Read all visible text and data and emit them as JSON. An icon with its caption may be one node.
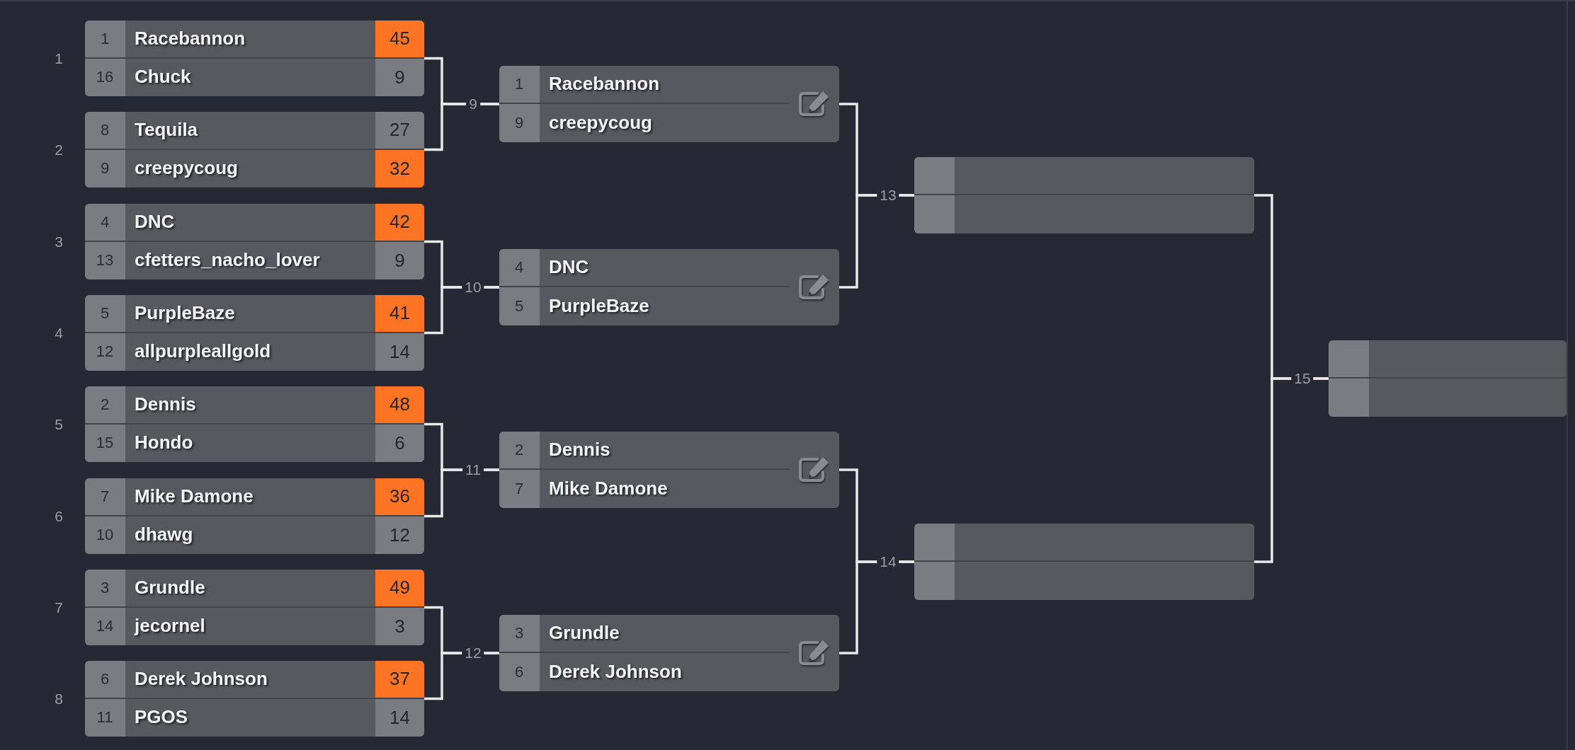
{
  "diagram": {
    "nodes": [
      {
        "text": [],
        "shape": "box",
        "beside": [
          "1"
        ]
      },
      {
        "text": [
          "1",
          "Racebannon",
          "45"
        ],
        "in": 0
      },
      {
        "text": [
          "16",
          "Chuck",
          "9"
        ],
        "in": 0
      },
      {
        "text": [],
        "shape": "box",
        "beside": [
          "2"
        ]
      },
      {
        "text": [
          "8",
          "Tequila",
          "27"
        ],
        "in": 3
      },
      {
        "text": [
          "9",
          "creepycoug",
          "32"
        ],
        "in": 3
      },
      {
        "text": [],
        "shape": "box",
        "beside": [
          "3"
        ]
      },
      {
        "text": [
          "4",
          "DNC",
          "42"
        ],
        "in": 6
      },
      {
        "text": [
          "13",
          "cfetters_nacho_lover",
          "9"
        ],
        "in": 6
      },
      {
        "text": [],
        "shape": "box",
        "beside": [
          "4"
        ]
      },
      {
        "text": [
          "5",
          "PurpleBaze",
          "41"
        ],
        "in": 9
      },
      {
        "text": [
          "12",
          "allpurpleallgold",
          "14"
        ],
        "in": 9
      },
      {
        "text": [],
        "shape": "box",
        "beside": [
          "5"
        ]
      },
      {
        "text": [
          "2",
          "Dennis",
          "48"
        ],
        "in": 12
      },
      {
        "text": [
          "15",
          "Hondo",
          "6"
        ],
        "in": 12
      },
      {
        "text": [],
        "shape": "box",
        "beside": [
          "6"
        ]
      },
      {
        "text": [
          "7",
          "Mike Damone",
          "36"
        ],
        "in": 15
      },
      {
        "text": [
          "10",
          "dhawg",
          "12"
        ],
        "in": 15
      },
      {
        "text": [],
        "shape": "box",
        "beside": [
          "7"
        ]
      },
      {
        "text": [
          "3",
          "Grundle",
          "49"
        ],
        "in": 18
      },
      {
        "text": [
          "14",
          "jecornel",
          "3"
        ],
        "in": 18
      },
      {
        "text": [],
        "shape": "box",
        "beside": [
          "8"
        ]
      },
      {
        "text": [
          "6",
          "Derek Johnson",
          "37"
        ],
        "in": 21
      },
      {
        "text": [
          "11",
          "PGOS",
          "14"
        ],
        "in": 21
      },
      {
        "text": [],
        "shape": "box",
        "beside": [
          "9"
        ]
      },
      {
        "text": [
          "1",
          "Racebannon"
        ],
        "in": 24
      },
      {
        "text": [
          "9",
          "creepycoug"
        ],
        "in": 24
      },
      {
        "text": [],
        "shape": "box",
        "beside": [
          "10"
        ]
      },
      {
        "text": [
          "4",
          "DNC"
        ],
        "in": 27
      },
      {
        "text": [
          "5",
          "PurpleBaze"
        ],
        "in": 27
      },
      {
        "text": [],
        "shape": "box",
        "beside": [
          "11"
        ]
      },
      {
        "text": [
          "2",
          "Dennis"
        ],
        "in": 30
      },
      {
        "text": [
          "7",
          "Mike Damone"
        ],
        "in": 30
      },
      {
        "text": [],
        "shape": "box",
        "beside": [
          "12"
        ]
      },
      {
        "text": [
          "3",
          "Grundle"
        ],
        "in": 33
      },
      {
        "text": [
          "6",
          "Derek Johnson"
        ],
        "in": 33
      },
      {
        "text": [],
        "shape": "box",
        "beside": [
          "13"
        ]
      },
      {
        "text": [],
        "shape": "box",
        "in": 36
      },
      {
        "text": [],
        "shape": "box",
        "in": 36
      },
      {
        "text": [],
        "shape": "box",
        "beside": [
          "14"
        ]
      },
      {
        "text": [],
        "shape": "box",
        "in": 39
      },
      {
        "text": [],
        "shape": "box",
        "in": 39
      },
      {
        "text": [],
        "shape": "box",
        "beside": [
          "15"
        ]
      },
      {
        "text": [],
        "shape": "box",
        "in": 42
      },
      {
        "text": [],
        "shape": "box",
        "in": 42
      }
    ],
    "edges": [
      {
        "from": 0,
        "to": 24,
        "arrow": "none"
      },
      {
        "from": 3,
        "to": 24,
        "arrow": "none"
      },
      {
        "from": 6,
        "to": 27,
        "arrow": "none"
      },
      {
        "from": 9,
        "to": 27,
        "arrow": "none"
      },
      {
        "from": 12,
        "to": 30,
        "arrow": "none"
      },
      {
        "from": 15,
        "to": 30,
        "arrow": "none"
      },
      {
        "from": 18,
        "to": 33,
        "arrow": "none"
      },
      {
        "from": 21,
        "to": 33,
        "arrow": "none"
      },
      {
        "from": 24,
        "to": 36,
        "arrow": "none"
      },
      {
        "from": 27,
        "to": 36,
        "arrow": "none"
      },
      {
        "from": 30,
        "to": 39,
        "arrow": "none"
      },
      {
        "from": 33,
        "to": 39,
        "arrow": "none"
      },
      {
        "from": 36,
        "to": 42,
        "arrow": "none"
      },
      {
        "from": 39,
        "to": 42,
        "arrow": "none"
      }
    ]
  }
}
